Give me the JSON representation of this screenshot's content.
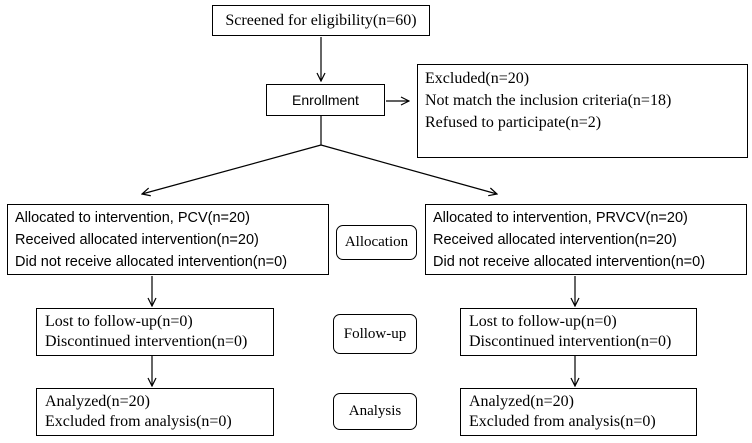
{
  "screening": {
    "text": "Screened for eligibility(n=60)"
  },
  "enrollment": {
    "text": "Enrollment"
  },
  "excluded": {
    "lines": [
      "Excluded(n=20)",
      "Not match the inclusion criteria(n=18)",
      "Refused to participate(n=2)"
    ]
  },
  "stages": {
    "allocation": "Allocation",
    "followup": "Follow-up",
    "analysis": "Analysis"
  },
  "left_arm": {
    "allocation": [
      "Allocated to intervention, PCV(n=20)",
      "Received allocated intervention(n=20)",
      "Did not receive allocated intervention(n=0)"
    ],
    "followup": [
      "Lost to follow-up(n=0)",
      "Discontinued intervention(n=0)"
    ],
    "analysis": [
      "Analyzed(n=20)",
      "Excluded from analysis(n=0)"
    ]
  },
  "right_arm": {
    "allocation": [
      "Allocated to intervention, PRVCV(n=20)",
      "Received allocated intervention(n=20)",
      "Did not receive allocated intervention(n=0)"
    ],
    "followup": [
      "Lost to follow-up(n=0)",
      "Discontinued intervention(n=0)"
    ],
    "analysis": [
      "Analyzed(n=20)",
      "Excluded from analysis(n=0)"
    ]
  }
}
